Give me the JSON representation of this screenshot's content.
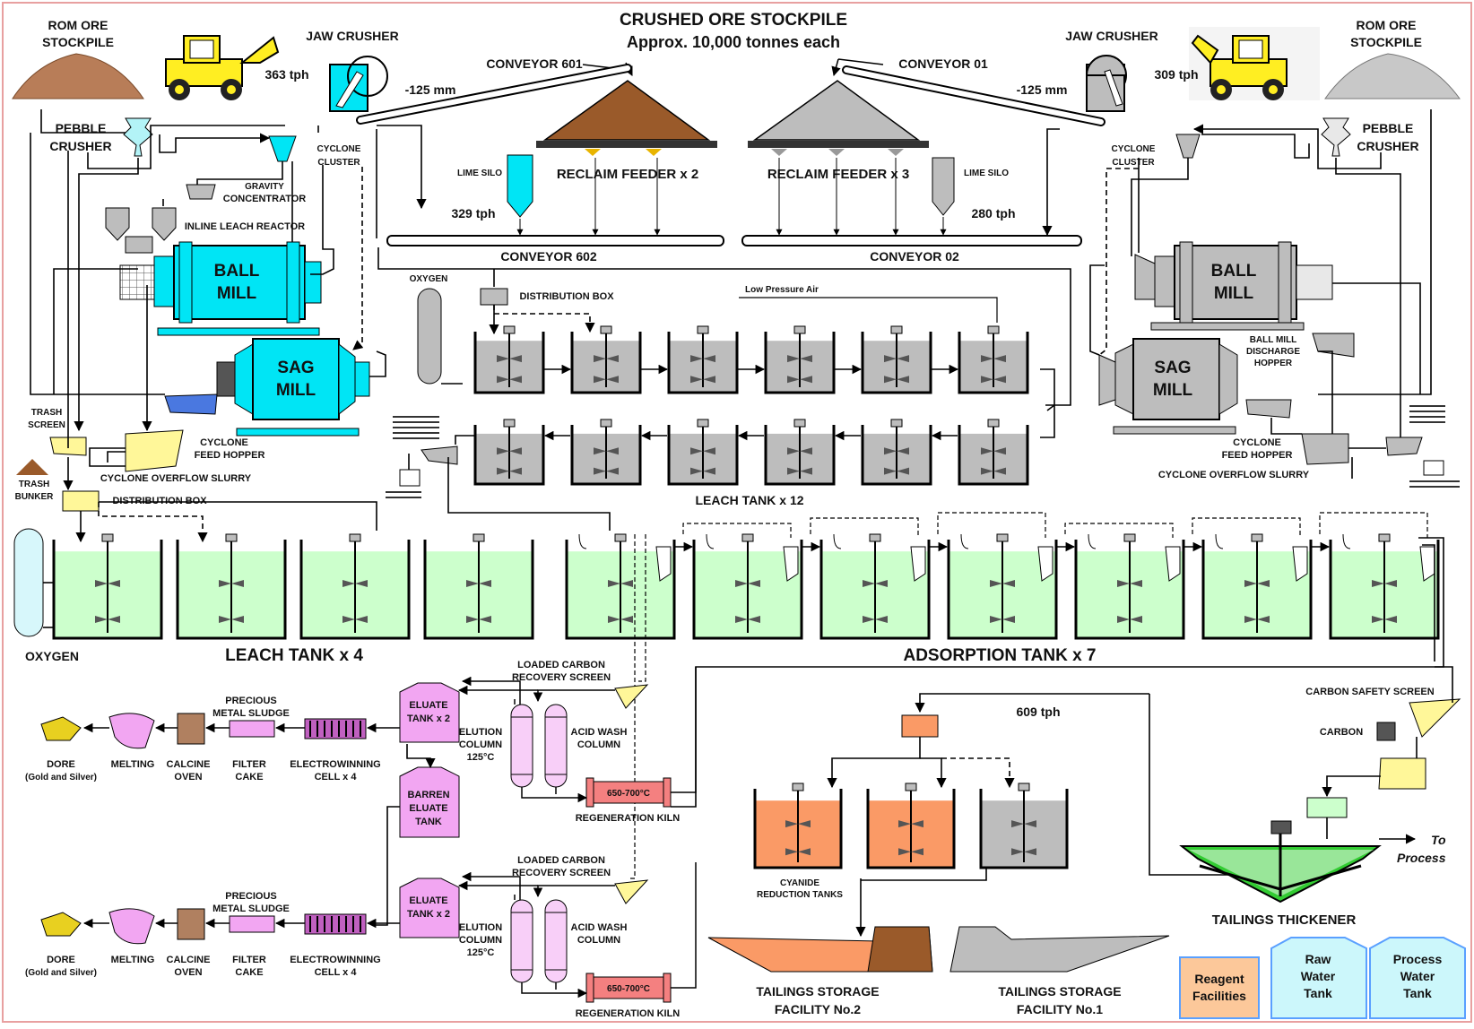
{
  "header": {
    "title": "CRUSHED ORE STOCKPILE",
    "subtitle": "Approx. 10,000 tonnes each"
  },
  "crushing_left": {
    "rom_stockpile": [
      "ROM ORE",
      "STOCKPILE"
    ],
    "jaw_crusher": "JAW CRUSHER",
    "feed_rate": "363 tph",
    "product_size": "-125 mm",
    "conveyor_in": "CONVEYOR 601",
    "pebble_crusher": [
      "PEBBLE",
      "CRUSHER"
    ],
    "cyclone_cluster": [
      "CYCLONE",
      "CLUSTER"
    ],
    "gravity_concentrator": [
      "GRAVITY",
      "CONCENTRATOR"
    ],
    "inline_leach_reactor": "INLINE LEACH REACTOR",
    "lime_silo": "LIME SILO",
    "lime_rate": "329 tph",
    "reclaim_feeder": "RECLAIM FEEDER x 2",
    "conveyor_out": "CONVEYOR 602",
    "ball_mill": [
      "BALL",
      "MILL"
    ],
    "sag_mill": [
      "SAG",
      "MILL"
    ],
    "cyclone_feed_hopper": [
      "CYCLONE",
      "FEED HOPPER"
    ],
    "cyclone_overflow": "CYCLONE OVERFLOW SLURRY",
    "trash_screen": [
      "TRASH",
      "SCREEN"
    ],
    "trash_bunker": [
      "TRASH",
      "BUNKER"
    ],
    "distribution_box": "DISTRIBUTION BOX"
  },
  "crushing_right": {
    "rom_stockpile": [
      "ROM ORE",
      "STOCKPILE"
    ],
    "jaw_crusher": "JAW CRUSHER",
    "feed_rate": "309 tph",
    "product_size": "-125 mm",
    "conveyor_in": "CONVEYOR 01",
    "pebble_crusher": [
      "PEBBLE",
      "CRUSHER"
    ],
    "cyclone_cluster": [
      "CYCLONE",
      "CLUSTER"
    ],
    "lime_silo": "LIME SILO",
    "lime_rate": "280 tph",
    "reclaim_feeder": "RECLAIM FEEDER x 3",
    "conveyor_out": "CONVEYOR 02",
    "ball_mill": [
      "BALL",
      "MILL"
    ],
    "sag_mill": [
      "SAG",
      "MILL"
    ],
    "ball_mill_discharge_hopper": [
      "BALL MILL",
      "DISCHARGE",
      "HOPPER"
    ],
    "cyclone_feed_hopper": [
      "CYCLONE",
      "FEED HOPPER"
    ],
    "cyclone_overflow": "CYCLONE OVERFLOW SLURRY"
  },
  "leach12": {
    "oxygen": "OXYGEN",
    "distribution_box": "DISTRIBUTION BOX",
    "low_pressure_air": "Low Pressure Air",
    "label": "LEACH TANK x 12"
  },
  "leach4": {
    "oxygen": "OXYGEN",
    "label": "LEACH TANK x 4"
  },
  "adsorption": {
    "label": "ADSORPTION TANK x 7"
  },
  "elution_train": {
    "loaded_carbon_screen": [
      "LOADED CARBON",
      "RECOVERY SCREEN"
    ],
    "eluate_tank": [
      "ELUATE",
      "TANK x 2"
    ],
    "elution_column": [
      "ELUTION",
      "COLUMN",
      "125°C"
    ],
    "acid_wash_column": [
      "ACID WASH",
      "COLUMN"
    ],
    "kiln_temp": "650-700°C",
    "regeneration_kiln": "REGENERATION KILN",
    "precious_metal_sludge": [
      "PRECIOUS",
      "METAL SLUDGE"
    ],
    "electrowinning": [
      "ELECTROWINNING",
      "CELL x 4"
    ],
    "filter_cake": [
      "FILTER",
      "CAKE"
    ],
    "calcine_oven": [
      "CALCINE",
      "OVEN"
    ],
    "melting": "MELTING",
    "dore": [
      "DORE",
      "(Gold and Silver)"
    ]
  },
  "barren_eluate_tank": [
    "BARREN",
    "ELUATE",
    "TANK"
  ],
  "tailings": {
    "rate": "609 tph",
    "cyanide_reduction": [
      "CYANIDE",
      "REDUCTION TANKS"
    ],
    "tsf2": [
      "TAILINGS STORAGE",
      "FACILITY No.2"
    ],
    "tsf1": [
      "TAILINGS STORAGE",
      "FACILITY No.1"
    ],
    "carbon_safety_screen": "CARBON SAFETY SCREEN",
    "carbon": "CARBON",
    "thickener": "TAILINGS THICKENER",
    "to_process": [
      "To",
      "Process"
    ]
  },
  "utilities": {
    "reagent": [
      "Reagent",
      "Facilities"
    ],
    "raw_water": [
      "Raw",
      "Water",
      "Tank"
    ],
    "process_water": [
      "Process",
      "Water",
      "Tank"
    ]
  },
  "colors": {
    "cyan": "#00e5f5",
    "grey": "#bdbdbd",
    "leach_green": "#ccffcc",
    "ore_brown": "#9a5a2a",
    "pink": "#f2a6f2",
    "yellow": "#fff799",
    "salmon": "#fa9a66"
  }
}
